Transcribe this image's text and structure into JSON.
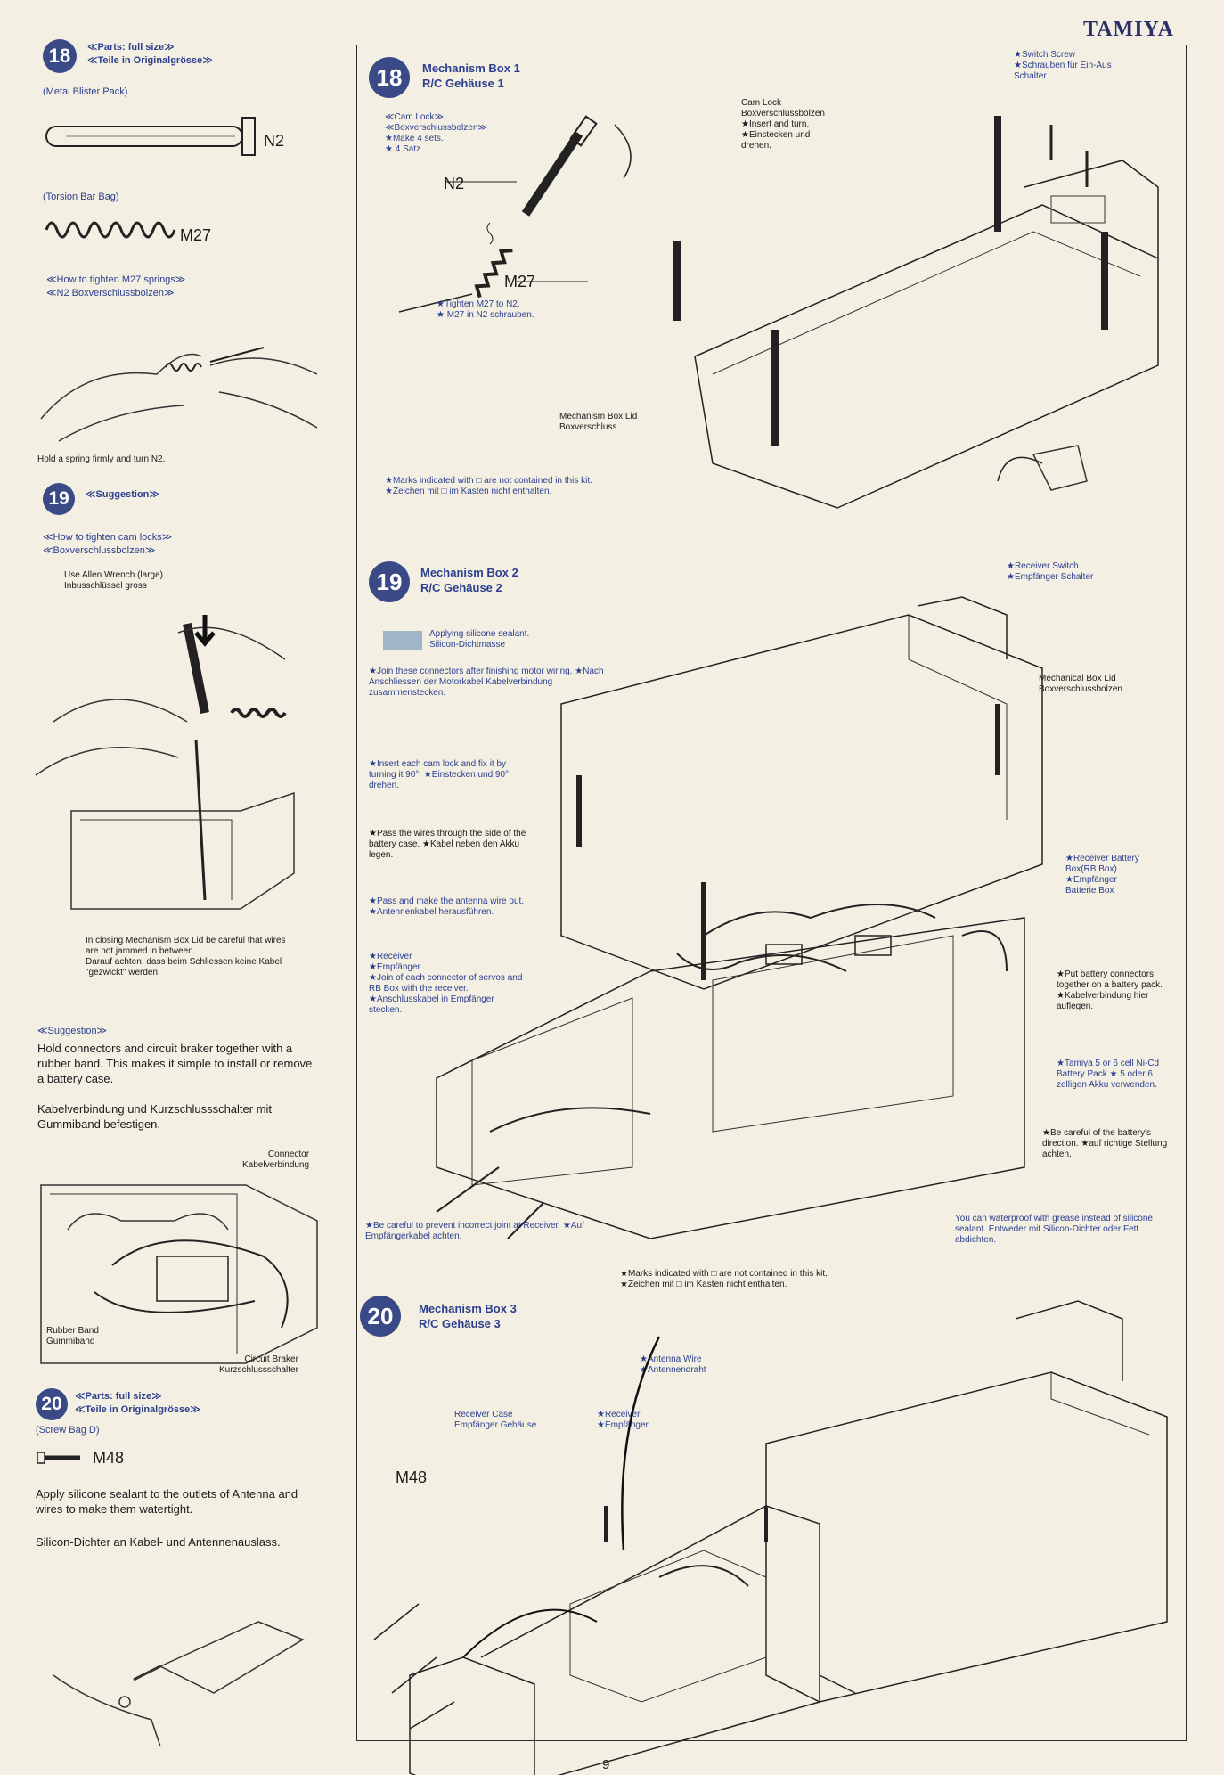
{
  "brand": "TAMIYA",
  "page_number": "9",
  "left": {
    "s18": {
      "num": "18",
      "title_en": "≪Parts: full size≫",
      "title_de": "≪Teile in Originalgrösse≫",
      "bag1": "(Metal Blister Pack)",
      "part1": "N2",
      "bag2": "(Torsion Bar Bag)",
      "part2": "M27",
      "howto_en": "≪How to tighten M27 springs≫",
      "howto_de": "≪N2 Boxverschlussbolzen≫",
      "caption": "Hold a spring firmly and turn N2."
    },
    "s19": {
      "num": "19",
      "title": "≪Suggestion≫",
      "howto_en": "≪How to tighten cam locks≫",
      "howto_de": "≪Boxverschlussbolzen≫",
      "wrench": "Use Allen Wrench (large)\nInbusschlüssel gross",
      "note": "In closing Mechanism Box Lid be careful that wires are not jammed in between.\nDarauf achten, dass beim Schliessen keine Kabel \"gezwickt\" werden.",
      "sugg_title": "≪Suggestion≫",
      "sugg_en": "Hold connectors and circuit braker together with a rubber band. This makes it simple to install or remove a battery case.",
      "sugg_de": "Kabelverbindung und Kurzschlussschalter mit Gummiband befestigen.",
      "connector": "Connector\nKabelverbindung",
      "rubber": "Rubber Band\nGummiband",
      "breaker": "Circuit Braker\nKurzschlussschalter"
    },
    "s20": {
      "num": "20",
      "title_en": "≪Parts: full size≫",
      "title_de": "≪Teile in Originalgrösse≫",
      "bag": "(Screw Bag D)",
      "part": "M48",
      "text_en": "Apply silicone sealant to the outlets of Antenna and wires to make them watertight.",
      "text_de": "Silicon-Dichter an Kabel- und Antennenauslass."
    }
  },
  "right": {
    "s18": {
      "num": "18",
      "title_en": "Mechanism Box 1",
      "title_de": "R/C Gehäuse 1",
      "camlock_left": "≪Cam Lock≫\n≪Boxverschlussbolzen≫\n★Make 4 sets.\n★ 4 Satz",
      "part_n2": "N2",
      "part_m27": "M27",
      "tighten": "★Tighten M27 to N2.\n★ M27 in N2 schrauben.",
      "camlock_right": "Cam Lock\nBoxverschlussbolzen\n★Insert and turn.\n★Einstecken und\ndrehen.",
      "switch_screw": "★Switch Screw\n★Schrauben für Ein-Aus\nSchalter",
      "lid": "Mechanism Box Lid\nBoxverschluss",
      "marks": "★Marks indicated with □ are not contained in this kit.\n★Zeichen mit □ im Kasten nicht enthalten.",
      "receiver_switch": "★Receiver Switch\n★Empfänger Schalter"
    },
    "s19": {
      "num": "19",
      "title_en": "Mechanism Box 2",
      "title_de": "R/C Gehäuse 2",
      "sealant": "Applying silicone sealant.\nSilicon-Dichtmasse",
      "join": "★Join these connectors after finishing motor wiring.\n★Nach Anschliessen der Motorkabel Kabelverbindung zusammenstecken.",
      "insert": "★Insert each cam lock and fix it by turning it 90°.\n★Einstecken und 90° drehen.",
      "pass": "★Pass the wires through the side of the battery case.\n★Kabel neben den Akku legen.",
      "antenna": "★Pass and make the antenna wire out.\n★Antennenkabel herausführen.",
      "receiver": "★Receiver\n★Empfänger\n★Join of each connector of servos and RB Box with the receiver.\n★Anschlusskabel in Empfänger stecken.",
      "box_lid": "Mechanical Box Lid\nBoxverschlussbolzen",
      "rb_box": "★Receiver Battery\nBox(RB Box)\n★Empfänger\nBatterie Box",
      "put_battery": "★Put battery connectors together on a battery pack.\n★Kabelverbindung hier auflegen.",
      "tamiya_pack": "★Tamiya 5 or 6 cell Ni-Cd Battery Pack\n★ 5 oder 6 zelligen Akku verwenden.",
      "careful_dir": "★Be careful of the battery's direction.\n★auf richtige Stellung achten.",
      "careful_joint": "★Be careful to prevent incorrect joint at Receiver.\n★Auf Empfängerkabel achten.",
      "marks": "★Marks indicated with □ are not contained in this kit.\n★Zeichen mit □ im Kasten nicht enthalten.",
      "grease": "You can waterproof with grease instead of silicone sealant.\nEntweder mit Silicon-Dichter oder Fett abdichten."
    },
    "s20": {
      "num": "20",
      "title_en": "Mechanism Box 3",
      "title_de": "R/C Gehäuse 3",
      "antenna": "★Antenna Wire\n★Antennendraht",
      "case": "Receiver Case\nEmpfänger Gehäuse",
      "receiver": "★Receiver\n★Empfänger",
      "part": "M48"
    }
  }
}
